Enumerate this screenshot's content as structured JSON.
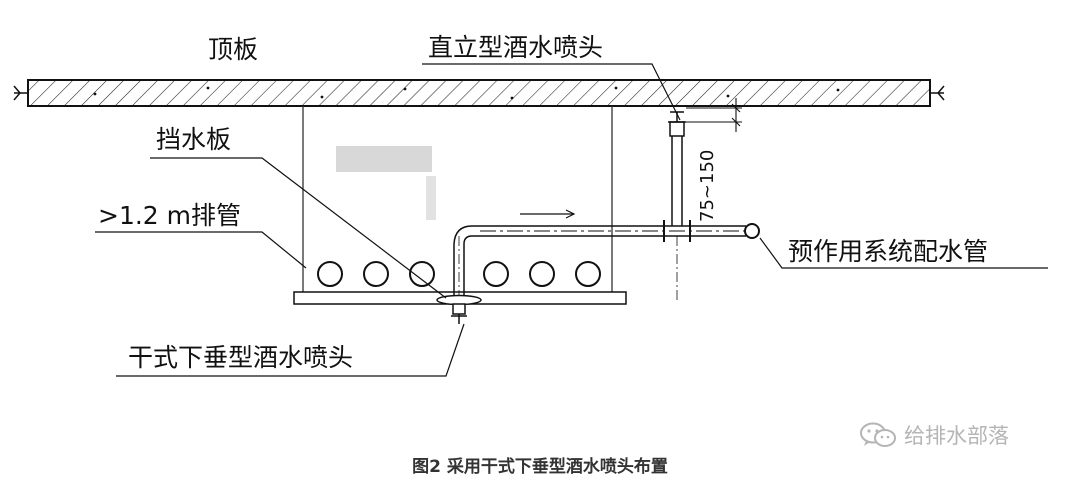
{
  "diagram": {
    "labels": {
      "top_slab": "顶板",
      "upright_sprinkler": "直立型酒水喷头",
      "baffle": "挡水板",
      "drain_pipe": ">1.2 m排管",
      "dimension": "75~150",
      "preaction_pipe": "预作用系统配水管",
      "pendent_sprinkler": "干式下垂型酒水喷头"
    }
  },
  "caption": "图2 采用干式下垂型酒水喷头布置",
  "watermark": {
    "text": "给排水部落",
    "icon": "wechat-icon"
  },
  "colors": {
    "line": "#111111",
    "caption": "#333333",
    "watermark": "#b5b5b5"
  }
}
